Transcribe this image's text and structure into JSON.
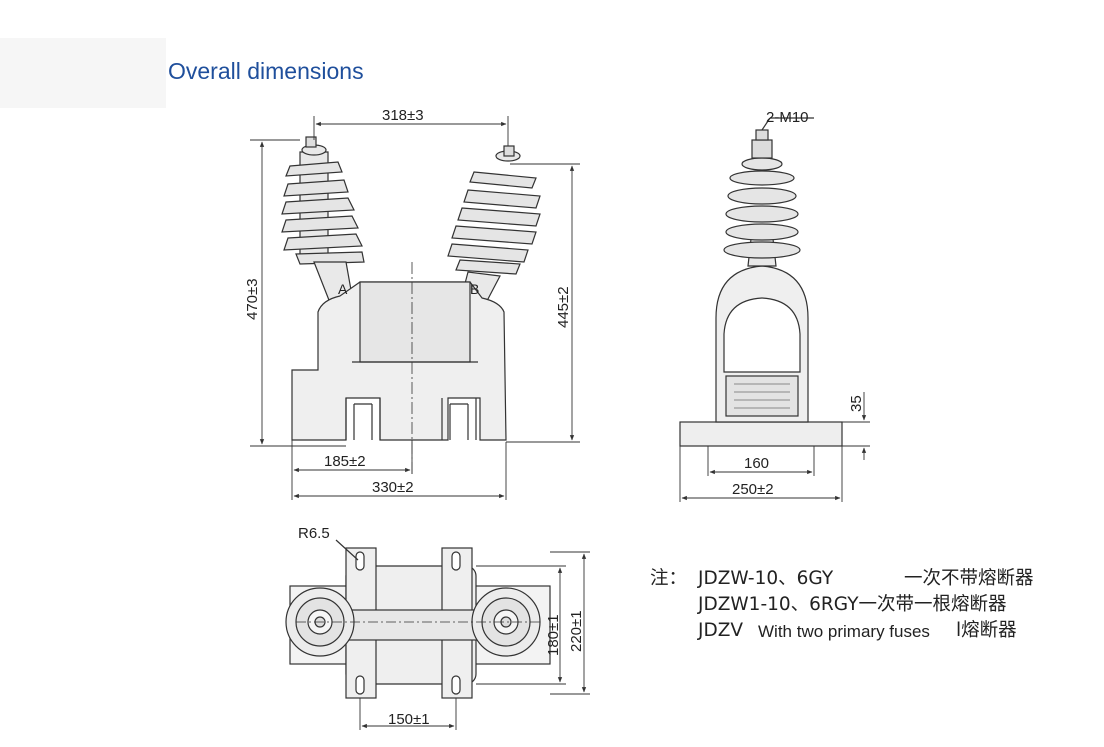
{
  "title": "Overall dimensions",
  "front_view": {
    "dim_top": "318±3",
    "dim_left": "470±3",
    "dim_right": "445±2",
    "dim_base_inner": "185±2",
    "dim_base_outer": "330±2",
    "terminal_a": "A",
    "terminal_b": "B"
  },
  "side_view": {
    "terminal_label": "2-M10",
    "dim_height": "35",
    "dim_base_inner": "160",
    "dim_base_outer": "250±2"
  },
  "top_view": {
    "radius_label": "R6.5",
    "dim_inner": "180±1",
    "dim_outer": "220±1",
    "dim_bottom": "150±1"
  },
  "note": {
    "prefix": "注：",
    "rows": [
      {
        "model": "JDZW-10、6GY",
        "desc": "一次不带熔断器"
      },
      {
        "model": "JDZW1-10、6RGY",
        "desc": "一次带一根熔断器"
      },
      {
        "model": "JDZV",
        "desc": "l熔断器"
      }
    ],
    "overlay": "With two primary fuses"
  },
  "colors": {
    "title": "#1f4f9c",
    "line": "#333333",
    "body_fill": "#efefef"
  }
}
